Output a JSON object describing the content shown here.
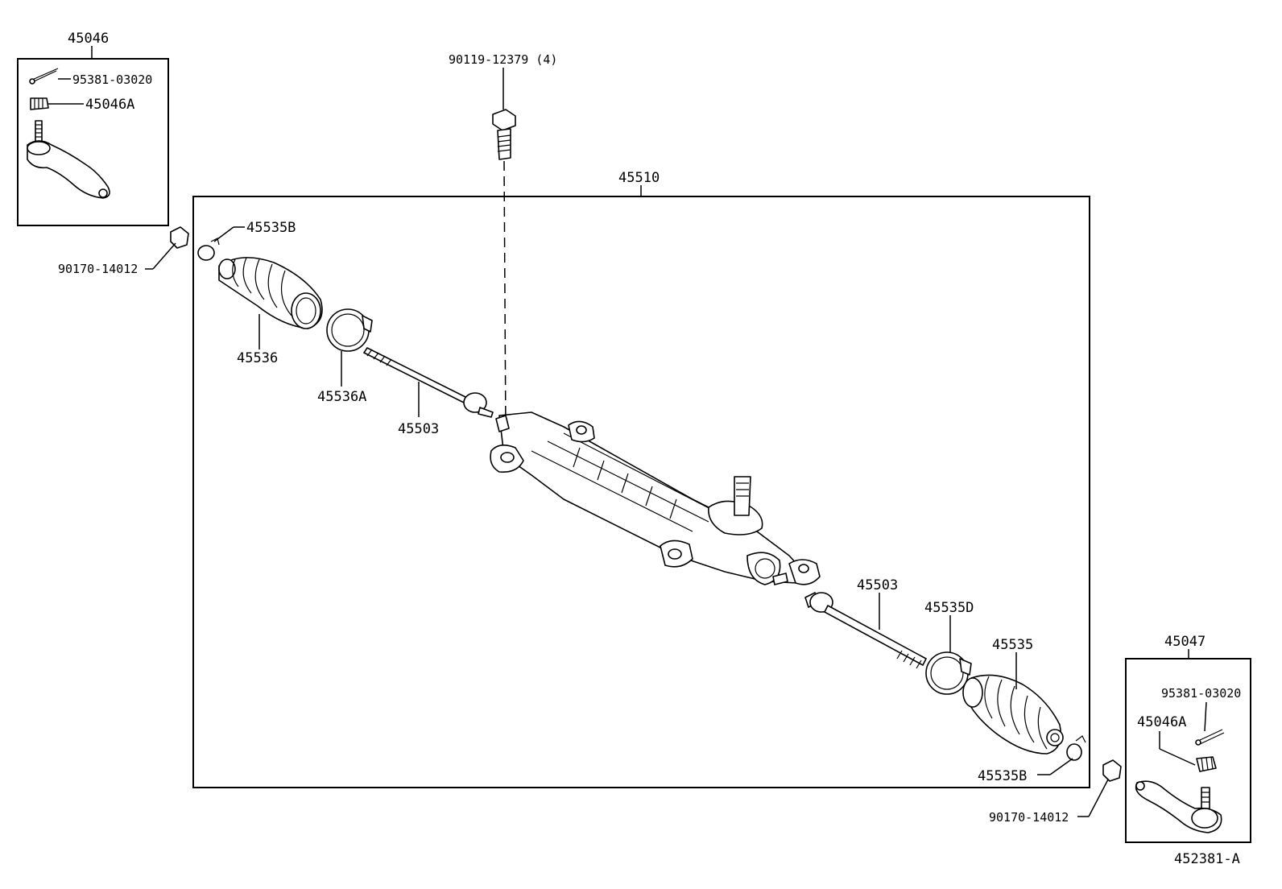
{
  "diagram": {
    "group_left": "45046",
    "group_right": "45047",
    "assembly": "45510",
    "bolt": "90119-12379 (4)",
    "cotter_pin_left": "95381-03020",
    "nut_left": "45046A",
    "cotter_pin_right": "95381-03020",
    "nut_right": "45046A",
    "nut_outer_left": "90170-14012",
    "nut_outer_right": "90170-14012",
    "clamp_left": "45535B",
    "clamp_right": "45535B",
    "boot_left": "45536",
    "band_left": "45536A",
    "tie_rod_left": "45503",
    "tie_rod_right": "45503",
    "band_right": "45535D",
    "boot_right": "45535",
    "figure_id": "452381-A"
  }
}
